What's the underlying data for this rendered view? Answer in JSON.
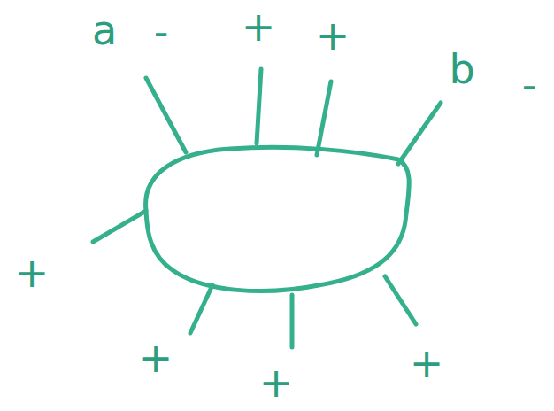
{
  "diagram": {
    "labels": [
      "a",
      "-",
      "+",
      "+",
      "b",
      "-",
      "+",
      "+",
      "+",
      "+"
    ]
  }
}
